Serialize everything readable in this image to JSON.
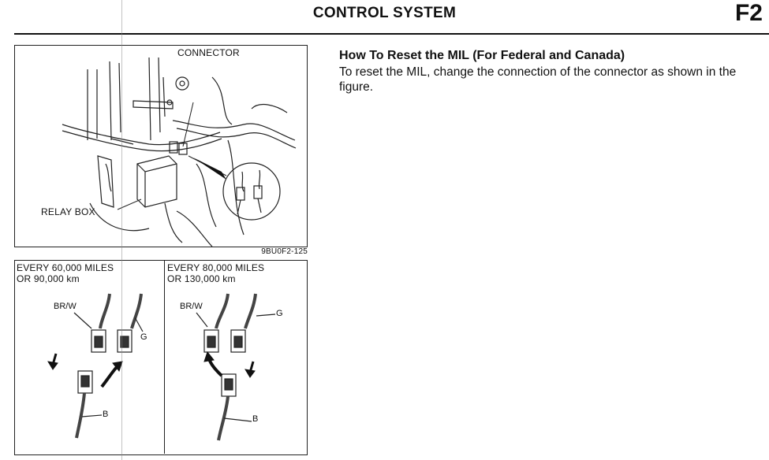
{
  "header": {
    "section_title": "CONTROL SYSTEM",
    "section_code": "F2"
  },
  "figure_top": {
    "connector_label": "CONNECTOR",
    "relay_box_label": "RELAY BOX",
    "figure_code": "9BU0F2-125"
  },
  "figure_bottom": {
    "left_panel": {
      "line1": "EVERY 60,000 MILES",
      "line2": "OR 90,000 km",
      "wire_brw": "BR/W",
      "wire_g": "G",
      "wire_b": "B"
    },
    "right_panel": {
      "line1": "EVERY 80,000 MILES",
      "line2": "OR 130,000 km",
      "wire_brw": "BR/W",
      "wire_g": "G",
      "wire_b": "B"
    }
  },
  "text": {
    "heading": "How To Reset the MIL (For Federal and Canada)",
    "body": "To reset the MIL, change the connection of the connector as shown in the figure."
  }
}
